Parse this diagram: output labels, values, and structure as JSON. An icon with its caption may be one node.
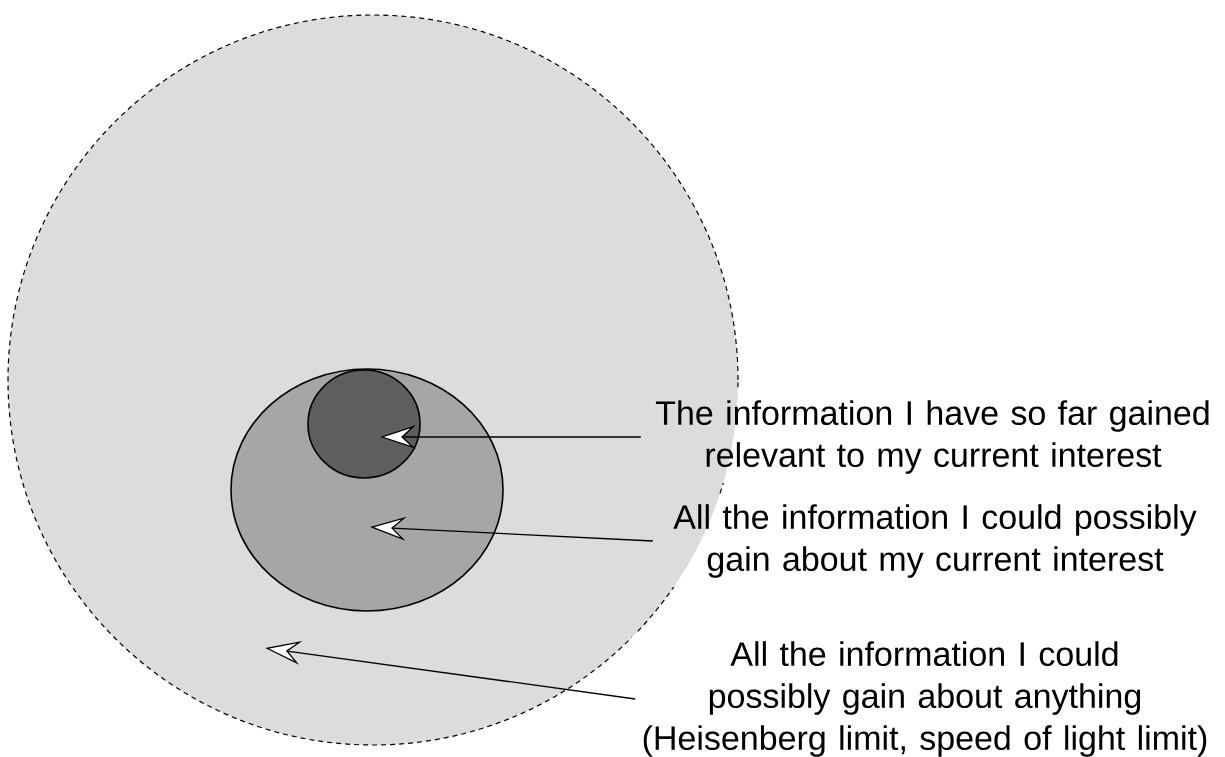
{
  "diagram": {
    "nodes": [
      {
        "text": [],
        "shape": "circle"
      },
      {
        "text": [],
        "shape": "circle",
        "in": 0
      },
      {
        "text": [],
        "shape": "circle",
        "in": 1
      },
      {
        "text": [
          "The information I have so far gained relevant to my current interest"
        ]
      },
      {
        "text": [
          "All the information I could possibly gain about my current interest"
        ]
      },
      {
        "text": [
          "All the information I could possibly gain about anything",
          "(Heisenberg limit, speed of light limit)"
        ]
      }
    ],
    "edges": [
      {
        "from": 3,
        "to": 2,
        "arrow": "to"
      },
      {
        "from": 4,
        "to": 1,
        "arrow": "to"
      },
      {
        "from": 5,
        "to": 0,
        "arrow": "to"
      }
    ]
  }
}
